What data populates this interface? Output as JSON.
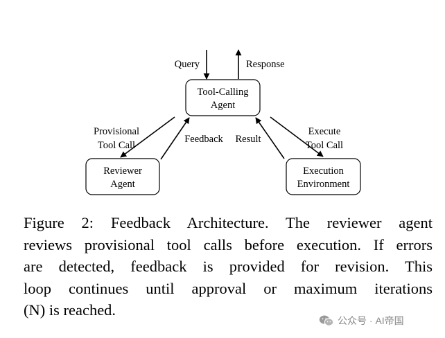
{
  "diagram": {
    "nodes": {
      "agent": [
        "Tool-Calling",
        "Agent"
      ],
      "reviewer": [
        "Reviewer",
        "Agent"
      ],
      "env": [
        "Execution",
        "Environment"
      ]
    },
    "labels": {
      "query": "Query",
      "response": "Response",
      "provisional": [
        "Provisional",
        "Tool Call"
      ],
      "feedback": "Feedback",
      "result": "Result",
      "execute": [
        "Execute",
        "Tool Call"
      ]
    }
  },
  "caption": {
    "lines": [
      "Figure 2: Feedback Architecture. The reviewer agent",
      "reviews provisional tool calls before execution. If errors",
      "are detected, feedback is provided for revision.  This",
      "loop continues until approval or maximum iterations",
      "(N) is reached."
    ]
  },
  "watermark": {
    "text": "公众号 · AI帝国",
    "color": "#888888"
  }
}
